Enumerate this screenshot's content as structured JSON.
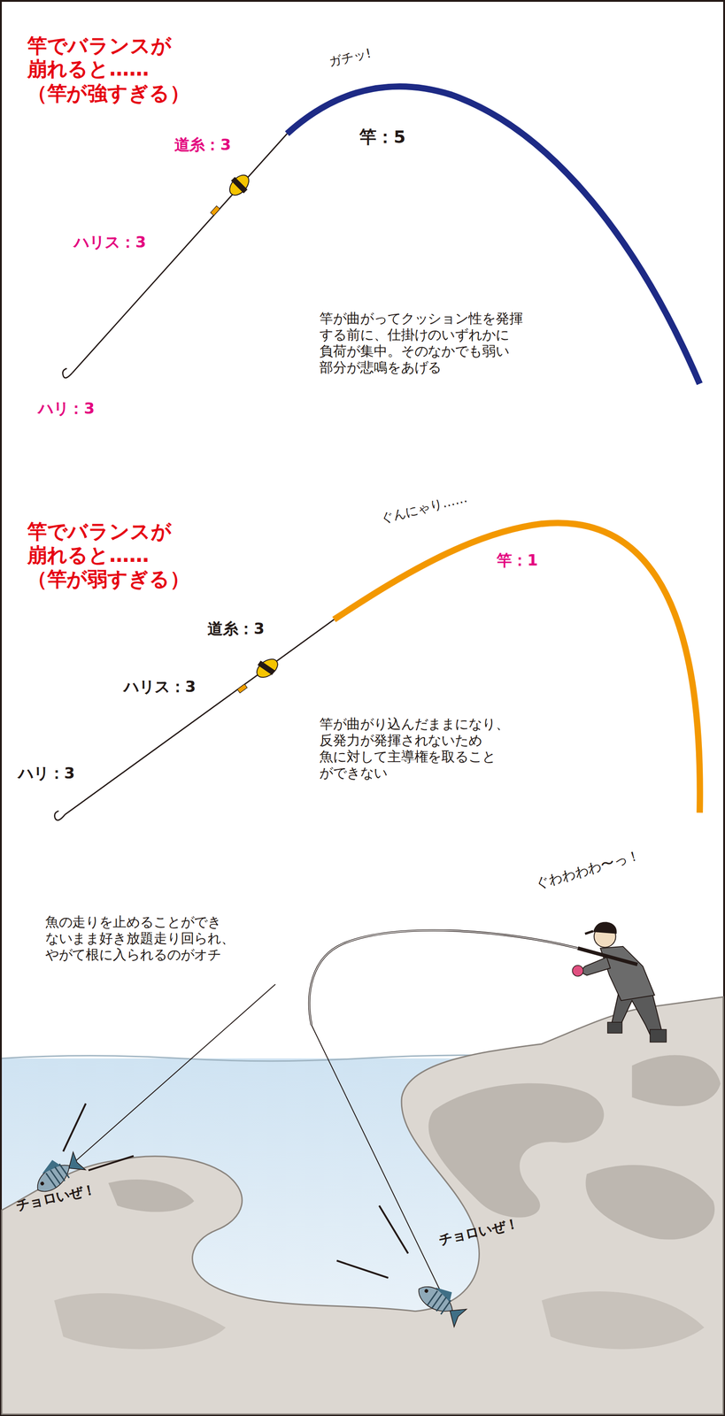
{
  "diagram": {
    "labels": [
      "竿でバランスが 崩れると…… （竿が強すぎる）",
      "ガチッ!",
      "道糸：3",
      "竿：5",
      "ハリス：3",
      "ハリ：3",
      "竿が曲がってクッション性を発揮 する前に、仕掛けのいずれかに 負荷が集中。そのなかでも弱い 部分が悲鳴をあげる",
      "竿でバランスが 崩れると…… （竿が弱すぎる）",
      "ぐんにゃり……",
      "竿：1",
      "道糸：3",
      "ハリス：3",
      "ハリ：3",
      "竿が曲がり込んだままになり、 反発力が発揮されないため 魚に対して主導権を取ること ができない",
      "ぐわわわわ〜っ！",
      "魚の走りを止めることができ ないまま好き放題走り回られ、 やがて根に入られるのがオチ",
      "チョロいぜ！",
      "チョロいぜ！"
    ]
  }
}
